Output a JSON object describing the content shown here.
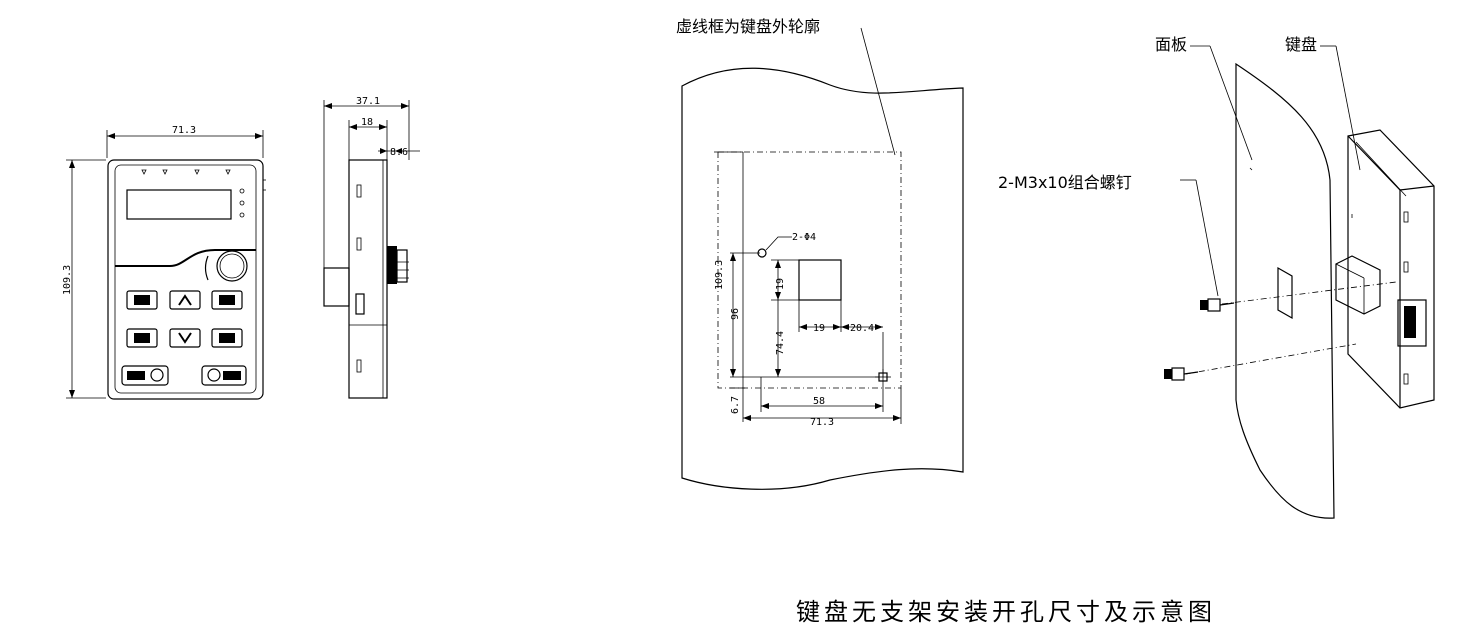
{
  "labels": {
    "dashed_outline_note": "虚线框为键盘外轮廓",
    "panel": "面板",
    "keyboard": "键盘",
    "screw": "2-M3x10组合螺钉",
    "caption": "键盘无支架安装开孔尺寸及示意图"
  },
  "front_view": {
    "width_dim": "71.3",
    "height_dim": "109.3"
  },
  "side_view": {
    "depth_dim": "37.1",
    "dim_18": "18",
    "dim_8_6": "8.6"
  },
  "cutout": {
    "hole_note": "2-Φ4",
    "dim_109_3": "109.3",
    "dim_96": "96",
    "dim_19_v": "19",
    "dim_74_4": "74.4",
    "dim_19_h": "19",
    "dim_20_4": "20.4",
    "dim_58": "58",
    "dim_71_3": "71.3",
    "dim_6_7": "6.7"
  }
}
